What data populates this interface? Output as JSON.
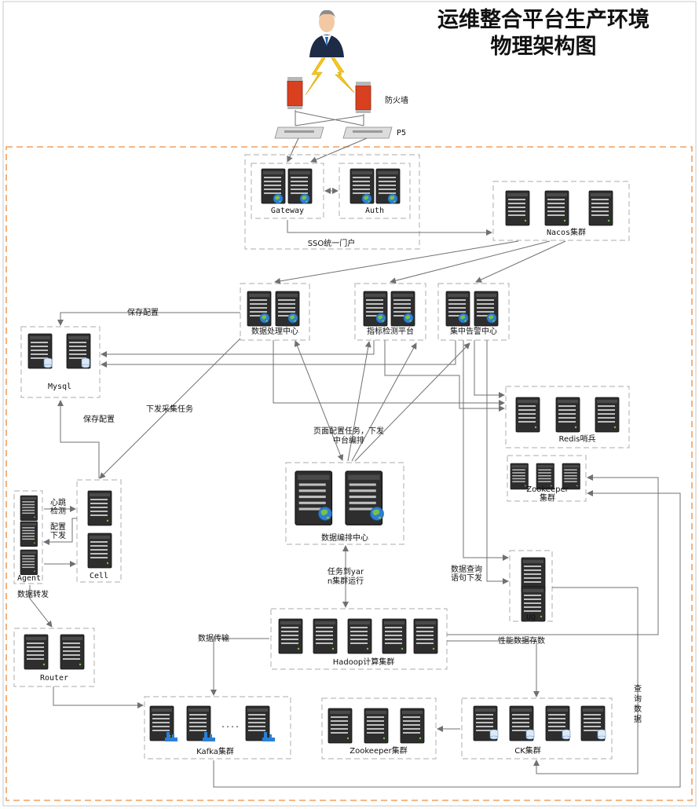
{
  "title": {
    "line1": "运维整合平台生产环境",
    "line2": "物理架构图"
  },
  "colors": {
    "border_orange": "#f0a060",
    "dash_gray": "#bcbcbc",
    "line_gray": "#707070",
    "server_dark": "#2e2e2e",
    "globe_blue": "#2d7fd3",
    "globe_green": "#7ac143",
    "firewall_red": "#d9401f",
    "bolt_yellow": "#f6c81a"
  },
  "labels": {
    "firewall": "防火墙",
    "p5": "P5",
    "gateway": "Gateway",
    "auth": "Auth",
    "sso": "SSO统一门户",
    "nacos": "Nacos集群",
    "data_proc": "数据处理中心",
    "metric": "指标检测平台",
    "alarm": "集中告警中心",
    "mysql": "Mysql",
    "redis": "Redis哨兵",
    "zk_top": "Zookeeper集群",
    "orch": "数据编排中心",
    "agent": "Agent",
    "cell": "Cell",
    "uq": "UQ",
    "router": "Router",
    "hadoop": "Hadoop计算集群",
    "kafka": "Kafka集群",
    "kafka_dots": "....",
    "zk_bottom": "Zookeeper集群",
    "ck": "CK集群"
  },
  "edges": {
    "save_config_1": "保存配置",
    "save_config_2": "保存配置",
    "dispatch_collect": "下发采集任务",
    "page_config": "页面配置任务，下发中台编排",
    "heartbeat": "心跳检测",
    "config_dispatch": "配置下发",
    "data_forward": "数据转发",
    "task_yarn": "任务到yarn集群运行",
    "query_dispatch": "数据查询语句下发",
    "data_transfer": "数据传输",
    "perf_store": "性能数据存数",
    "query_data": "查询数据"
  }
}
